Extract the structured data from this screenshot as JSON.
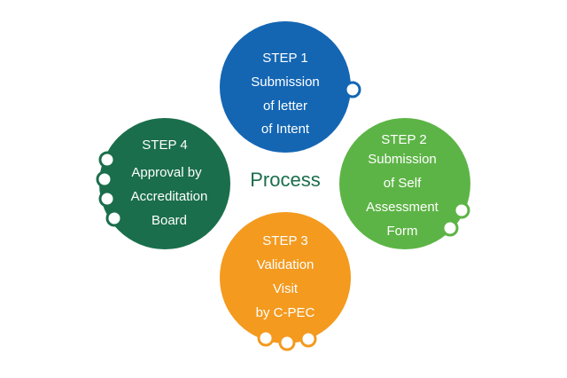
{
  "center_label": "Process",
  "colors": {
    "step1": "#1466b3",
    "step2": "#5db446",
    "step3": "#f39a1f",
    "step4": "#1a6e4c",
    "center_text": "#1a6e4c"
  },
  "steps": [
    {
      "title": "STEP 1",
      "lines": [
        "Submission",
        "of letter",
        "of Intent"
      ]
    },
    {
      "title": "STEP 2",
      "lines": [
        "Submission",
        "of Self",
        "Assessment",
        "Form"
      ]
    },
    {
      "title": "STEP 3",
      "lines": [
        "Validation",
        "Visit",
        "by C-PEC"
      ]
    },
    {
      "title": "STEP 4",
      "lines": [
        "Approval by",
        "Accreditation",
        "Board"
      ]
    }
  ]
}
